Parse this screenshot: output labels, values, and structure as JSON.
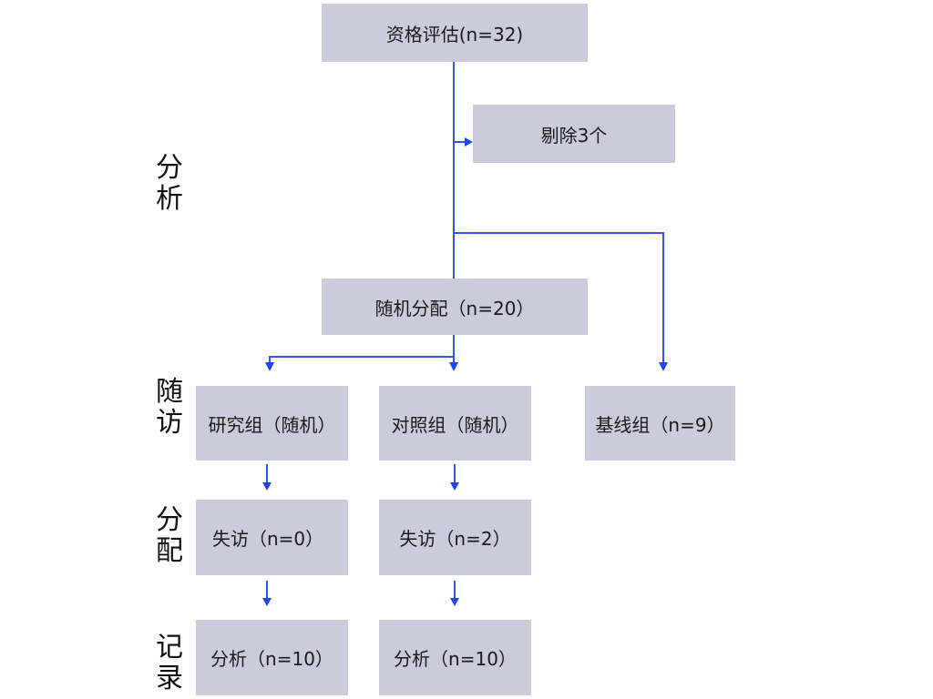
{
  "colors": {
    "box_fill": "#cbcbdc",
    "connector": "#3355ee"
  },
  "side_labels": {
    "analysis": "分析",
    "followup": "随访",
    "allocation": "分配",
    "record": "记录"
  },
  "boxes": {
    "eligibility": "资格评估(n=32)",
    "excluded": "剔除3个",
    "randomization": "随机分配（n=20）",
    "study_group": "研究组（随机）",
    "control_group": "对照组（随机）",
    "baseline_group": "基线组（n=9）",
    "study_lost": "失访（n=0）",
    "control_lost": "失访（n=2）",
    "study_analyzed": "分析（n=10）",
    "control_analyzed": "分析（n=10）"
  }
}
